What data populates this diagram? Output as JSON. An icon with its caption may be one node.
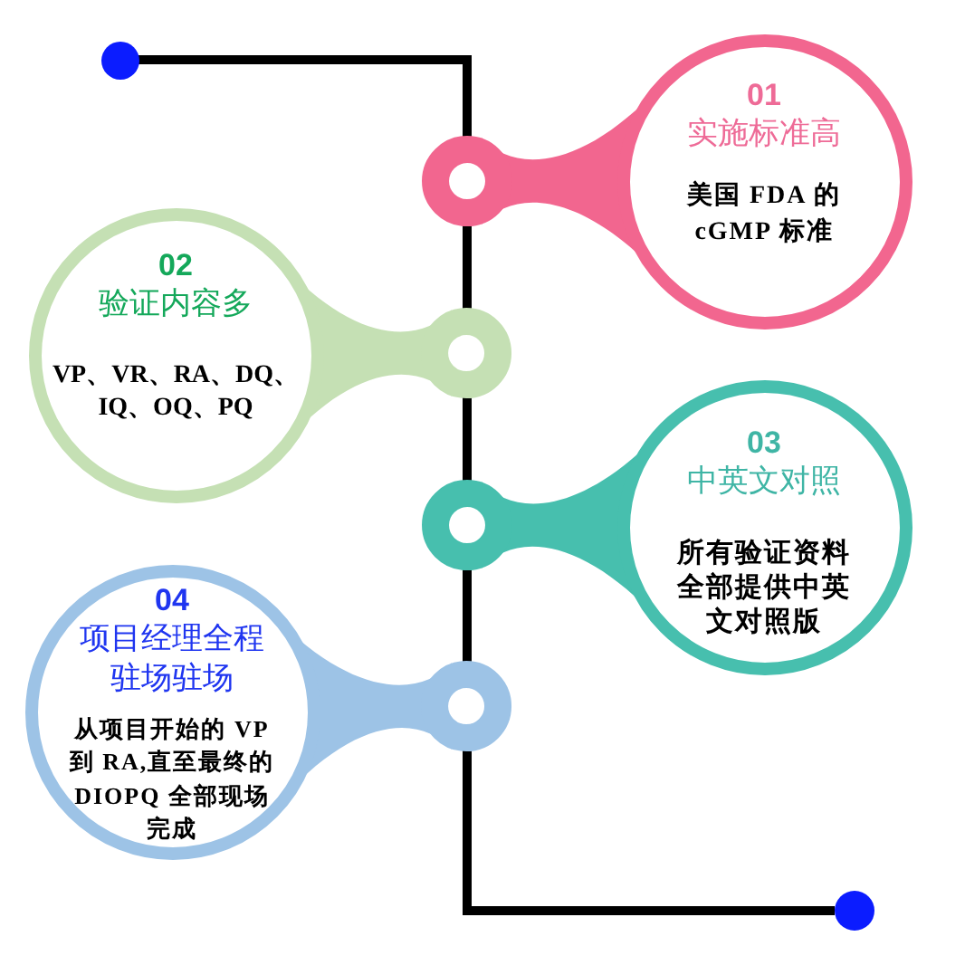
{
  "diagram": {
    "nodes": [
      {
        "text": [],
        "shape": "circle"
      },
      {
        "text": [
          "01",
          "实施标准高",
          "美国 FDA 的 cGMP 标准"
        ]
      },
      {
        "text": [
          "02",
          "验证内容多",
          "VP、VR、RA、DQ、IQ、OQ、PQ"
        ]
      },
      {
        "text": [
          "03",
          "中英文对照",
          "所有验证资料全部提供中英文对照版"
        ]
      },
      {
        "text": [
          "04",
          "项目经理全程驻场驻场",
          "从项目开始的 VP 到 RA,直至最终的 DIOPQ 全部现场完成"
        ]
      },
      {
        "text": [],
        "shape": "circle"
      }
    ],
    "edges": [
      {
        "from": 0,
        "to": 5,
        "arrow": "none"
      }
    ]
  }
}
